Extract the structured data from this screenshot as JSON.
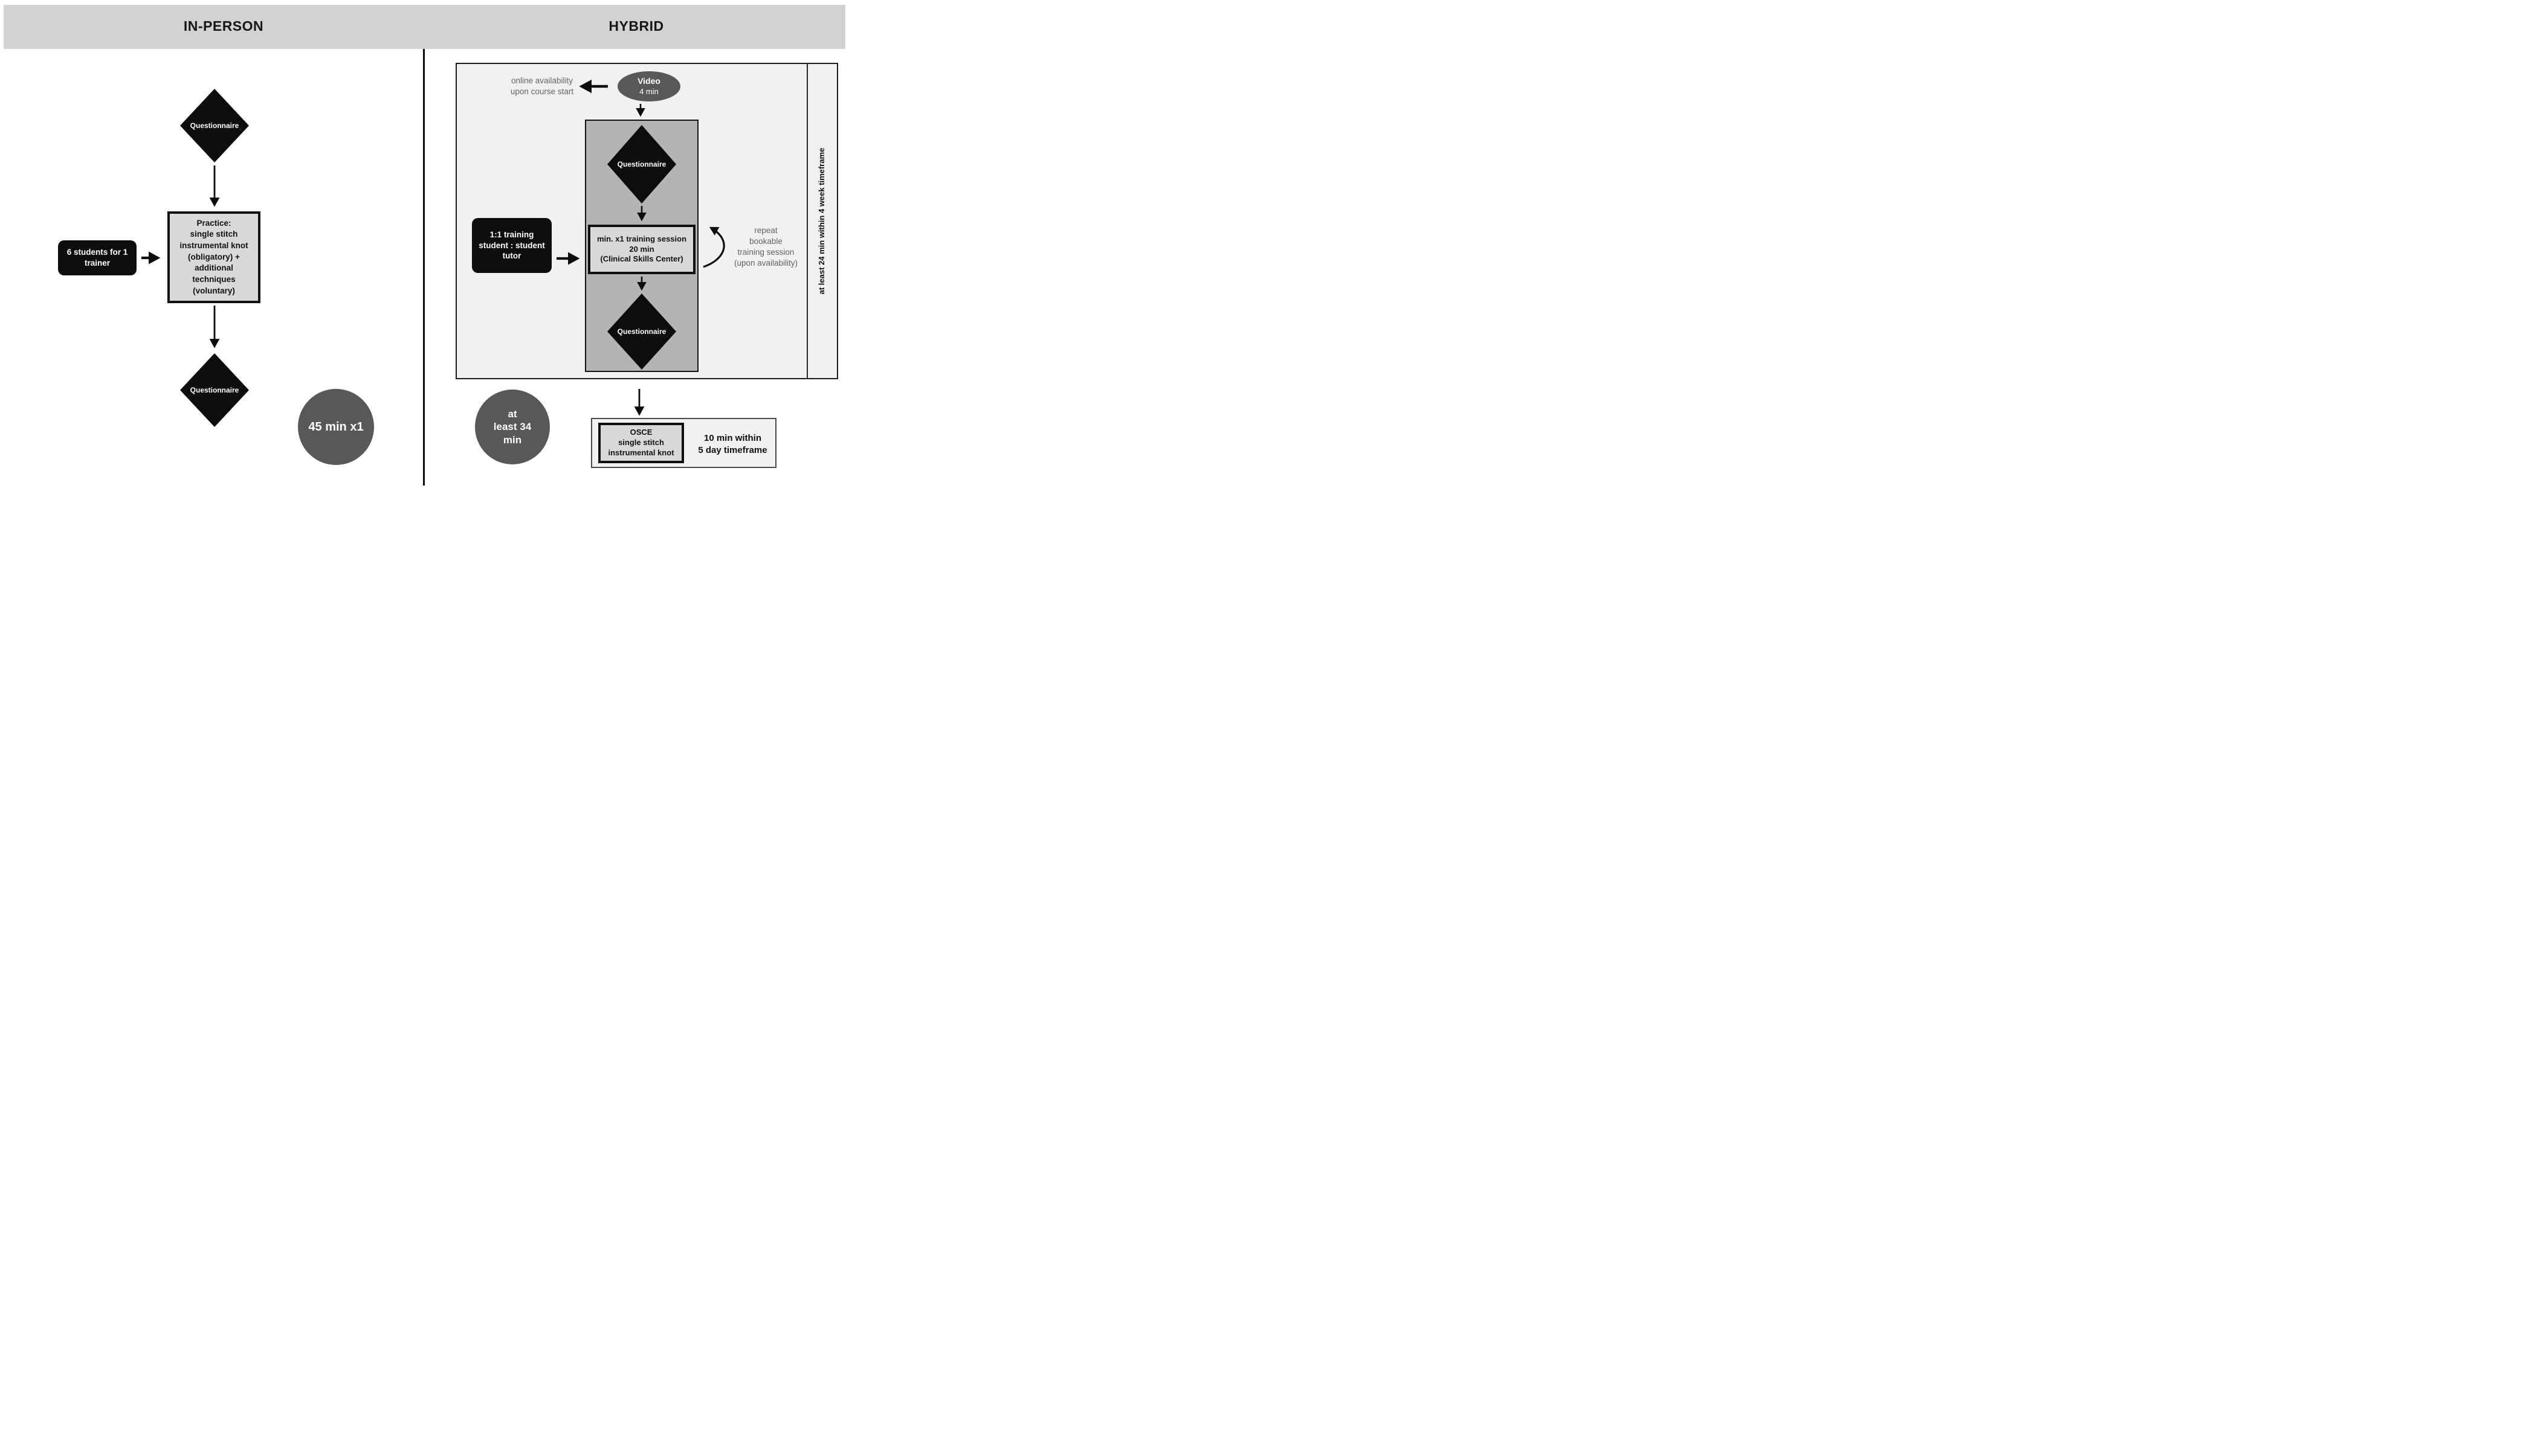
{
  "header": {
    "left_title": "IN-PERSON",
    "right_title": "HYBRID"
  },
  "in_person": {
    "questionnaire_top": "Questionnaire",
    "students_box": {
      "lines": [
        "6 students for 1",
        "trainer"
      ]
    },
    "practice_box": {
      "lines": [
        "Practice:",
        "single stitch",
        "instrumental knot",
        "(obligatory) +",
        "additional",
        "techniques",
        "(voluntary)"
      ]
    },
    "questionnaire_bottom": "Questionnaire",
    "duration_circle": "45 min x1"
  },
  "hybrid": {
    "online_note": {
      "lines": [
        "online availability",
        "upon course start"
      ]
    },
    "video_ellipse": {
      "title": "Video",
      "subtitle": "4 min"
    },
    "questionnaire_top": "Questionnaire",
    "tutor_box": {
      "lines": [
        "1:1 training",
        "student : student",
        "tutor"
      ]
    },
    "training_box": {
      "lines": [
        "min. x1 training session",
        "20 min",
        "(Clinical Skills Center)"
      ]
    },
    "repeat_note": {
      "lines": [
        "repeat",
        "bookable",
        "training session",
        "(upon availability)"
      ]
    },
    "questionnaire_bottom": "Questionnaire",
    "timeframe_label": "at least 24 min within 4 week timeframe",
    "duration_circle": {
      "lines": [
        "at",
        "least 34",
        "min"
      ]
    },
    "osce_box": {
      "lines": [
        "OSCE",
        "single stitch",
        "instrumental knot"
      ]
    },
    "osce_note": {
      "lines": [
        "10 min within",
        "5 day timeframe"
      ]
    }
  },
  "colors": {
    "header_bar": "#d2d2d2",
    "shape_black": "#0d0d0d",
    "duration_circle_gray": "#58585a",
    "panel_background": "#f1f1f1",
    "inner_panel_gray": "#b4b4b4",
    "box_fill_gray": "#d9d9d9",
    "annotation_text_gray": "#636363"
  }
}
